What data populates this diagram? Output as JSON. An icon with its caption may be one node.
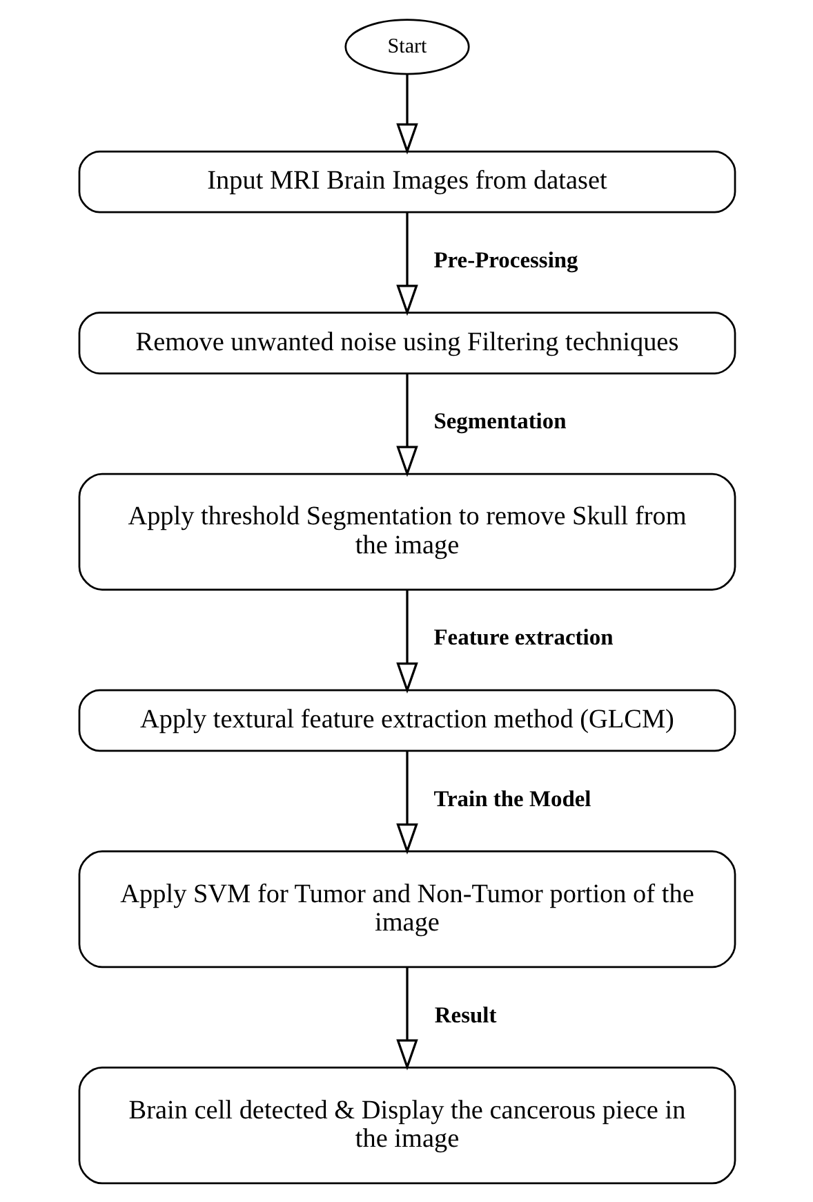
{
  "diagram": {
    "nodes": [
      {
        "text": [
          "Start"
        ]
      },
      {
        "text": [
          "Input MRI Brain Images from dataset"
        ]
      },
      {
        "text": [
          "Remove unwanted noise using Filtering techniques"
        ]
      },
      {
        "text": [
          "Apply threshold Segmentation to remove Skull from the image"
        ]
      },
      {
        "text": [
          "Apply textural feature extraction method (GLCM)"
        ]
      },
      {
        "text": [
          "Apply SVM for Tumor and Non-Tumor portion of the image"
        ]
      },
      {
        "text": [
          "Brain cell detected & Display the cancerous piece in the image"
        ]
      }
    ],
    "edges": [
      {
        "from": 0,
        "to": 1,
        "arrow": "to"
      },
      {
        "from": 1,
        "to": 2,
        "arrow": "to",
        "label": "Pre-Processing"
      },
      {
        "from": 2,
        "to": 3,
        "arrow": "to",
        "label": "Segmentation"
      },
      {
        "from": 3,
        "to": 4,
        "arrow": "to",
        "label": "Feature extraction"
      },
      {
        "from": 4,
        "to": 5,
        "arrow": "to",
        "label": "Train the Model"
      },
      {
        "from": 5,
        "to": 6,
        "arrow": "to",
        "label": "Result"
      }
    ]
  }
}
